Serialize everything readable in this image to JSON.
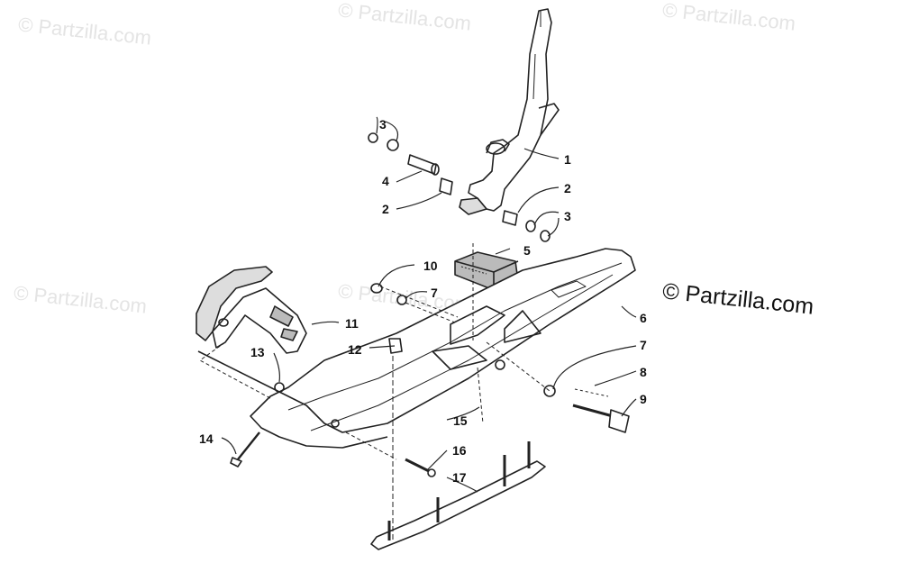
{
  "watermark": "© Partzilla.com",
  "brand_watermark": "© Partzilla.com",
  "callouts": [
    {
      "id": "c1",
      "text": "1"
    },
    {
      "id": "c2a",
      "text": "2"
    },
    {
      "id": "c2b",
      "text": "2"
    },
    {
      "id": "c3a",
      "text": "3"
    },
    {
      "id": "c3b",
      "text": "3"
    },
    {
      "id": "c4",
      "text": "4"
    },
    {
      "id": "c5",
      "text": "5"
    },
    {
      "id": "c6",
      "text": "6"
    },
    {
      "id": "c7a",
      "text": "7"
    },
    {
      "id": "c7b",
      "text": "7"
    },
    {
      "id": "c8",
      "text": "8"
    },
    {
      "id": "c9",
      "text": "9"
    },
    {
      "id": "c10",
      "text": "10"
    },
    {
      "id": "c11",
      "text": "11"
    },
    {
      "id": "c12",
      "text": "12"
    },
    {
      "id": "c13",
      "text": "13"
    },
    {
      "id": "c14",
      "text": "14"
    },
    {
      "id": "c15",
      "text": "15"
    },
    {
      "id": "c16",
      "text": "16"
    },
    {
      "id": "c17",
      "text": "17"
    }
  ]
}
